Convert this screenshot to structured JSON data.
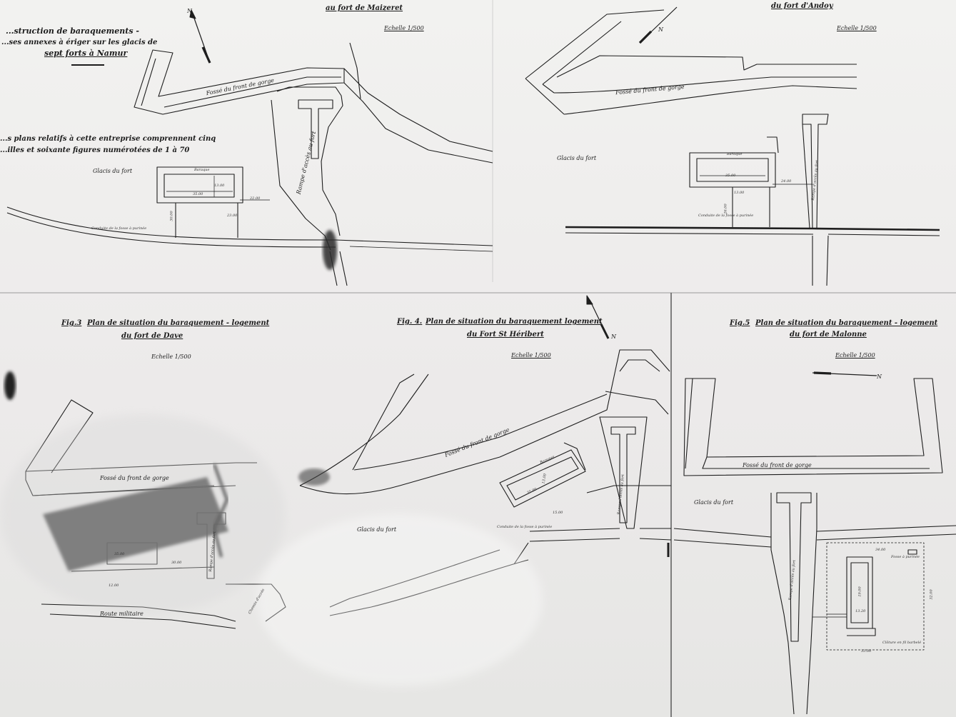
{
  "sheet": {
    "title_lines": [
      "...struction de baraquements -",
      "...ses annexes à ériger sur les glacis de",
      "sept forts à Namur"
    ],
    "note_lines": [
      "...s plans relatifs à cette entreprise comprennent cinq",
      "...illes et soixante figures numérotées de 1 à 70"
    ]
  },
  "panels": {
    "maizeret": {
      "title": "au fort de Maizeret",
      "scale": "Echelle 1/500",
      "labels": {
        "ditch": "Fossé du front de gorge",
        "glacis": "Glacis du fort",
        "ramp": "Rampe d'accès au fort",
        "hut": "Baraque",
        "drain": "Conduite de la fosse à purinée"
      },
      "dims": [
        "35.00",
        "13.00",
        "30.00",
        "23.00",
        "22.00"
      ],
      "north": "N"
    },
    "andoy": {
      "title": "du fort d'Andoy",
      "scale": "Echelle 1/500",
      "labels": {
        "ditch": "Fossé du front de gorge",
        "glacis": "Glacis du fort",
        "ramp": "Rampe d'accès au fort",
        "hut": "Baraque",
        "drain": "Conduite de la fosse à purinée"
      },
      "dims": [
        "35.00",
        "13.00",
        "24.00",
        "26.00"
      ],
      "north": "N"
    },
    "dave": {
      "fig": "Fig.3",
      "title_1": "Plan de situation du baraquement - logement",
      "title_2": "du fort de Dave",
      "scale": "Echelle 1/500",
      "labels": {
        "ditch": "Fossé du front de gorge",
        "road": "Route militaire",
        "ramp": "Rampe d'accès au fort",
        "access": "Chemin d'accès"
      },
      "dims": [
        "35.00",
        "30.00",
        "12.00"
      ]
    },
    "st_heribert": {
      "fig": "Fig. 4.",
      "title_1": "Plan de situation du baraquement logement",
      "title_2": "du Fort St Héribert",
      "scale": "Echelle 1/500",
      "labels": {
        "ditch": "Fossé du front de gorge",
        "glacis": "Glacis du fort",
        "ramp": "Rampe d'accès au fort",
        "hut": "Baraque",
        "drain": "Conduite de la fosse à purinée"
      },
      "dims": [
        "35.00",
        "13.00",
        "15.00"
      ],
      "north": "N"
    },
    "malonne": {
      "fig": "Fig.5",
      "title_1": "Plan de situation du baraquement - logement",
      "title_2": "du fort de Malonne",
      "scale": "Echelle 1/500",
      "labels": {
        "ditch": "Fossé du front de gorge",
        "glacis": "Glacis du fort",
        "ramp": "Rampe d'accès au fort",
        "pit": "Fosse à purinée",
        "fence": "Clôture en fil barbelé"
      },
      "dims": [
        "34.00",
        "32.00",
        "13.20",
        "33.00",
        "19.00"
      ],
      "north": "N"
    }
  },
  "colors": {
    "ink": "#1c1c1c",
    "paper": "#eeeeec",
    "smudge": "#3a3a3a"
  }
}
